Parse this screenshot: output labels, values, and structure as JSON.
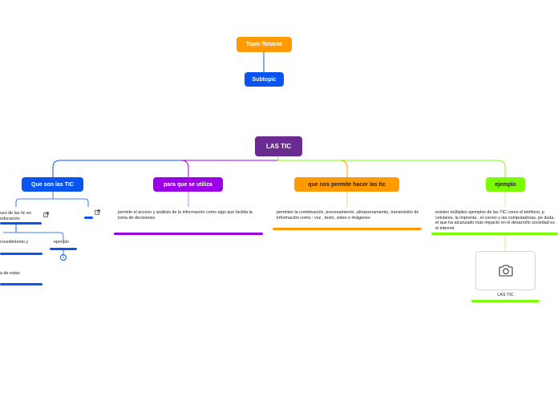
{
  "floating": {
    "topic": "Topic flotante",
    "subtopic": "Subtopic"
  },
  "central": {
    "label": "LAS TIC"
  },
  "branches": [
    {
      "label": "Que son las TIC",
      "children": [
        {
          "text": "uso de las tic en educación"
        },
        {
          "text": "rocedimiento y"
        },
        {
          "text": "ejemplo"
        },
        {
          "text": "a de estas"
        }
      ]
    },
    {
      "label": "para que se utiliza",
      "text": "permite el acceso y análisis de la información como algo que facilita la toma de decisiones"
    },
    {
      "label": "que nos permite hacer las tic",
      "text": "permiten la combinación, procesamiento ,almacenamiento, transmisión de información como : voz , texto, video e imágenes"
    },
    {
      "label": "ejemplo",
      "text": "existen múltiples ejemplos de las TIC como el teléfono, p celulares, la imprenta , el correo y las computadoras, pe duda, el que ha alcanzado más impacto en el desarrollo sociedad es el internet",
      "image_caption": "LAS TIC"
    }
  ],
  "badge": "1",
  "colors": {
    "purple_dark": "#6a2b90",
    "blue": "#0a55f0",
    "purple": "#9b00e8",
    "orange": "#ff9a00",
    "green": "#7cfc00"
  },
  "icons": {
    "external_link": "external-link-icon",
    "camera": "camera-icon"
  }
}
